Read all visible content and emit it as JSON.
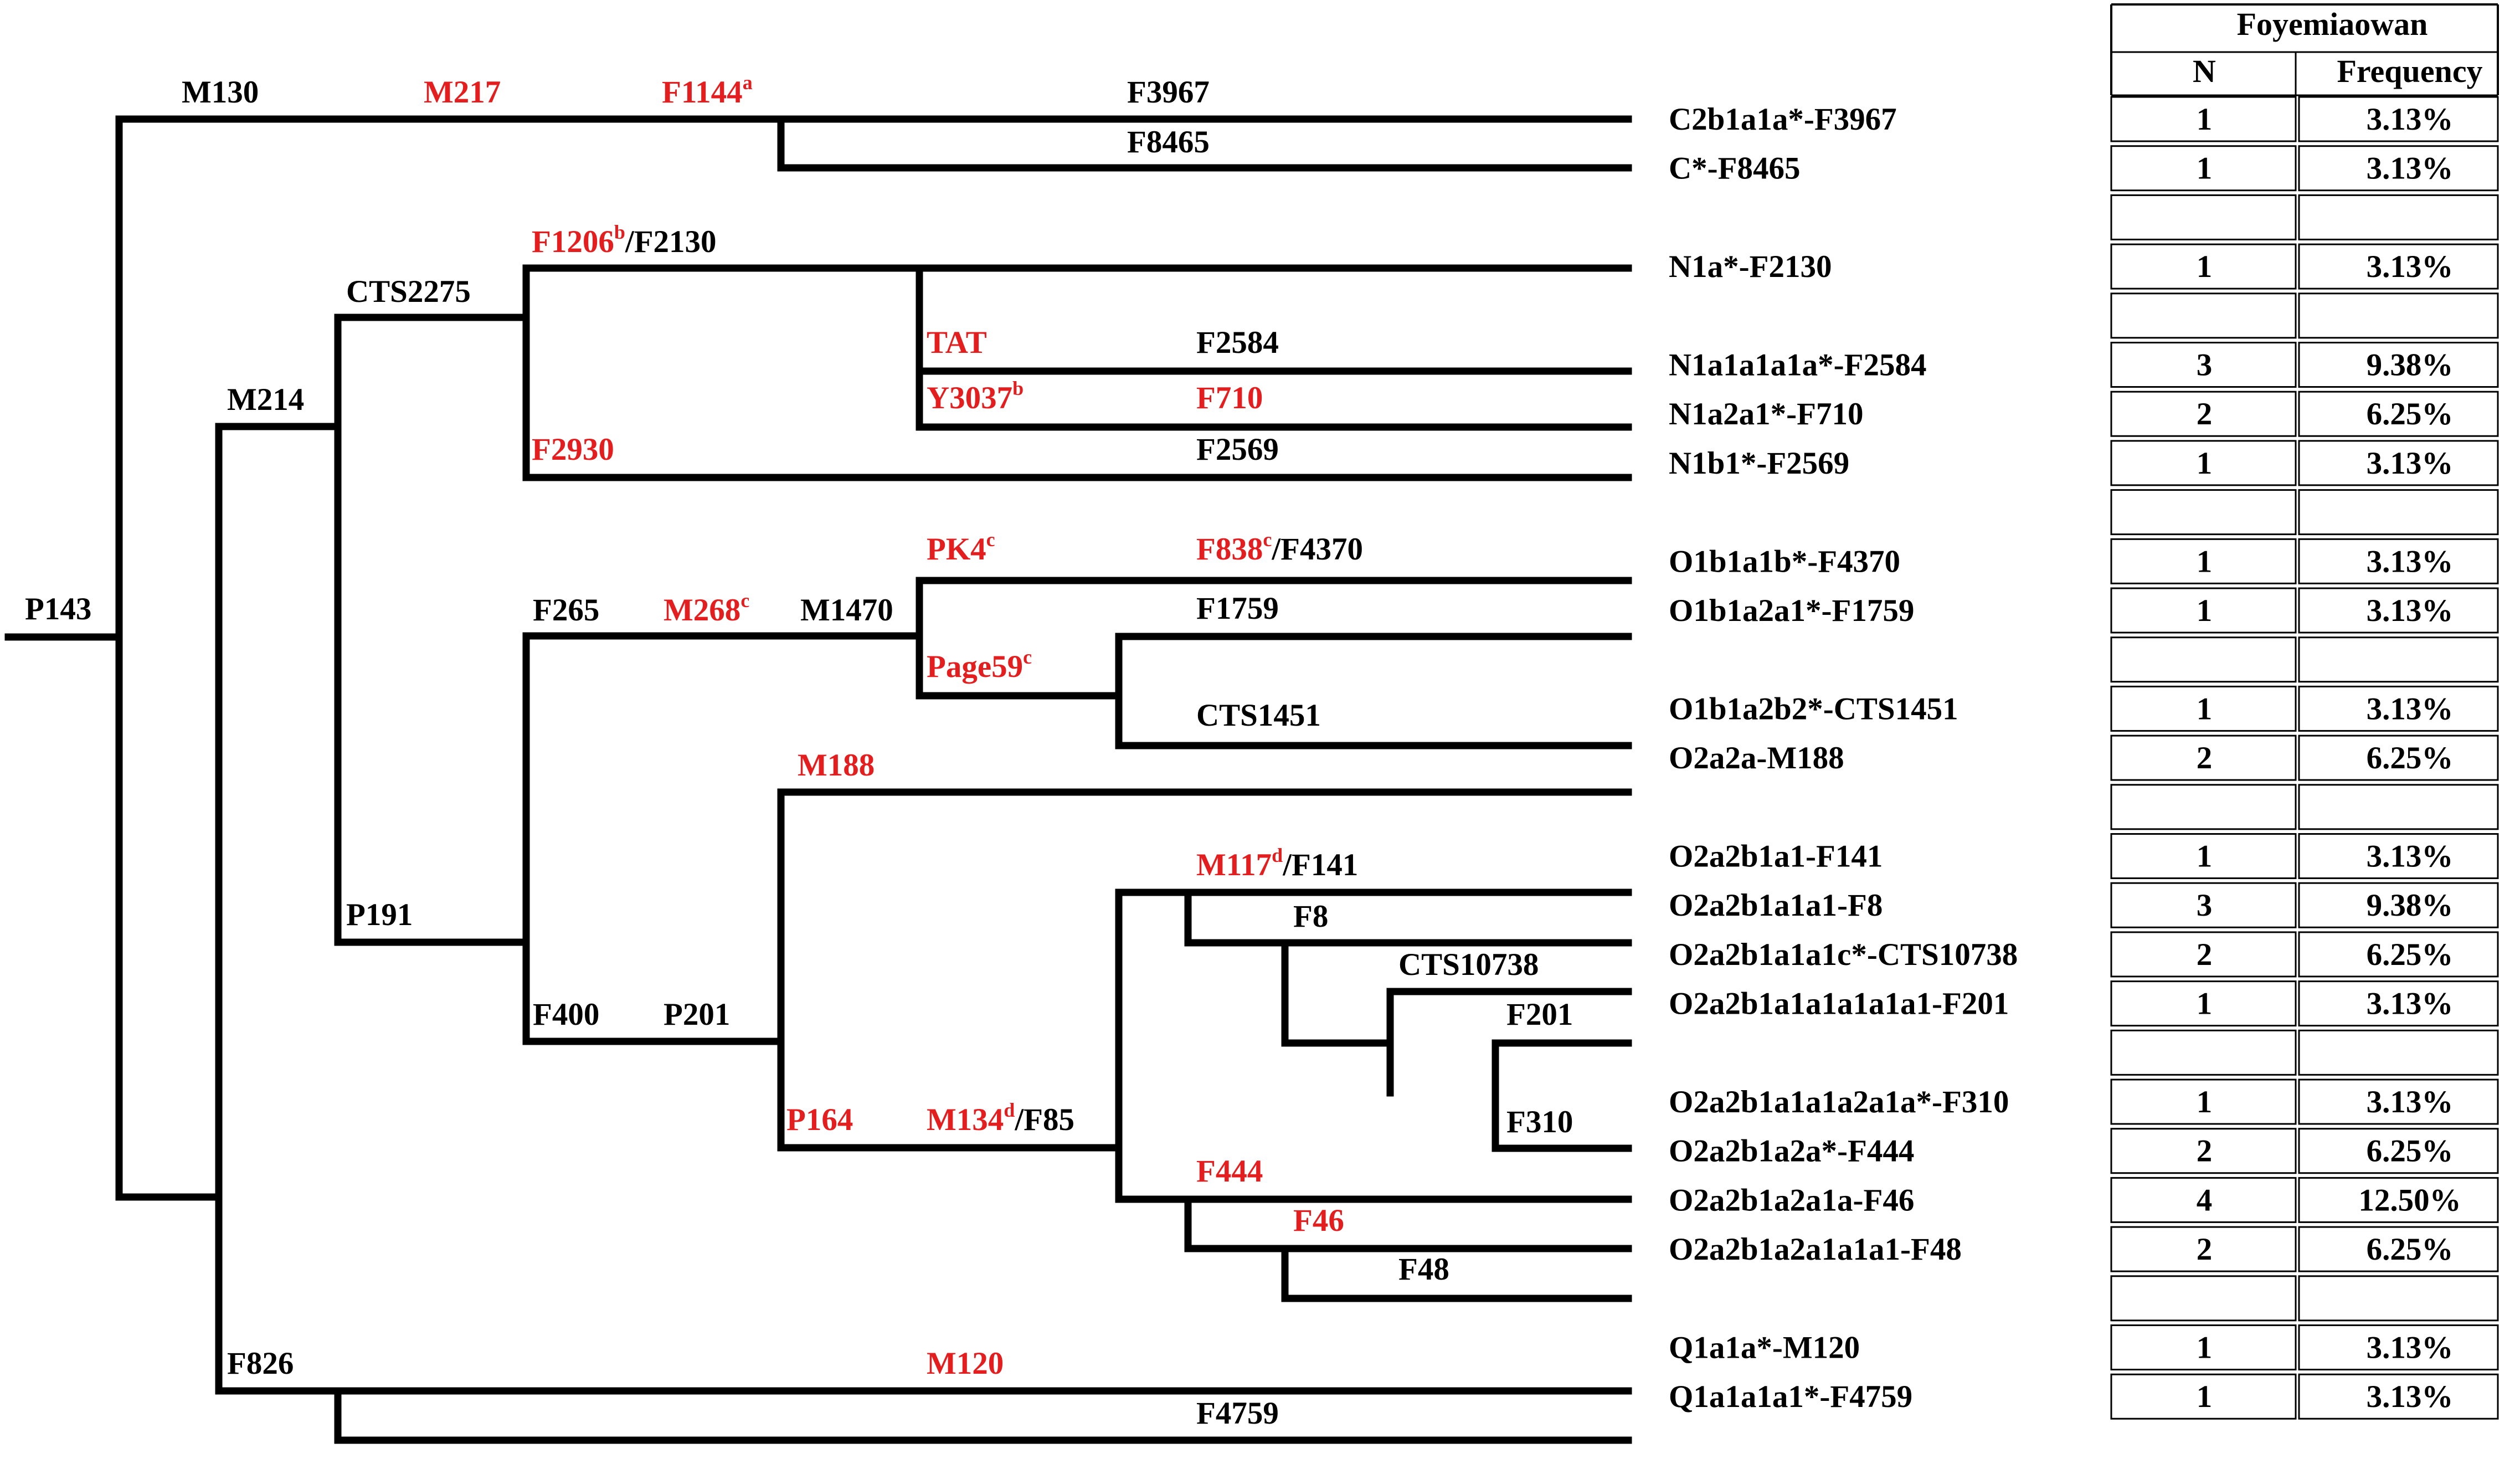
{
  "colors": {
    "line": "#000000",
    "black_marker": "#000000",
    "red_marker": "#e41e1e",
    "background": "#ffffff"
  },
  "table": {
    "group_header": "Foyemiaowan",
    "col_n": "N",
    "col_frequency": "Frequency"
  },
  "rows": [
    {
      "haplogroup": "C2b1a1a*-F3967",
      "n": "1",
      "freq": "3.13%"
    },
    {
      "haplogroup": "C*-F8465",
      "n": "1",
      "freq": "3.13%"
    },
    {
      "haplogroup": "",
      "n": "",
      "freq": ""
    },
    {
      "haplogroup": "N1a*-F2130",
      "n": "1",
      "freq": "3.13%"
    },
    {
      "haplogroup": "",
      "n": "",
      "freq": ""
    },
    {
      "haplogroup": "N1a1a1a1a*-F2584",
      "n": "3",
      "freq": "9.38%"
    },
    {
      "haplogroup": "N1a2a1*-F710",
      "n": "2",
      "freq": "6.25%"
    },
    {
      "haplogroup": "N1b1*-F2569",
      "n": "1",
      "freq": "3.13%"
    },
    {
      "haplogroup": "",
      "n": "",
      "freq": ""
    },
    {
      "haplogroup": "O1b1a1b*-F4370",
      "n": "1",
      "freq": "3.13%"
    },
    {
      "haplogroup": "O1b1a2a1*-F1759",
      "n": "1",
      "freq": "3.13%"
    },
    {
      "haplogroup": "",
      "n": "",
      "freq": ""
    },
    {
      "haplogroup": "O1b1a2b2*-CTS1451",
      "n": "1",
      "freq": "3.13%"
    },
    {
      "haplogroup": "O2a2a-M188",
      "n": "2",
      "freq": "6.25%"
    },
    {
      "haplogroup": "",
      "n": "",
      "freq": ""
    },
    {
      "haplogroup": "O2a2b1a1-F141",
      "n": "1",
      "freq": "3.13%"
    },
    {
      "haplogroup": "O2a2b1a1a1-F8",
      "n": "3",
      "freq": "9.38%"
    },
    {
      "haplogroup": "O2a2b1a1a1c*-CTS10738",
      "n": "2",
      "freq": "6.25%"
    },
    {
      "haplogroup": "O2a2b1a1a1a1a1a1-F201",
      "n": "1",
      "freq": "3.13%"
    },
    {
      "haplogroup": "",
      "n": "",
      "freq": ""
    },
    {
      "haplogroup": "O2a2b1a1a1a2a1a*-F310",
      "n": "1",
      "freq": "3.13%"
    },
    {
      "haplogroup": "O2a2b1a2a*-F444",
      "n": "2",
      "freq": "6.25%"
    },
    {
      "haplogroup": "O2a2b1a2a1a-F46",
      "n": "4",
      "freq": "12.50%"
    },
    {
      "haplogroup": "O2a2b1a2a1a1a1-F48",
      "n": "2",
      "freq": "6.25%"
    },
    {
      "haplogroup": "",
      "n": "",
      "freq": ""
    },
    {
      "haplogroup": "Q1a1a*-M120",
      "n": "1",
      "freq": "3.13%"
    },
    {
      "haplogroup": "Q1a1a1a1*-F4759",
      "n": "1",
      "freq": "3.13%"
    }
  ],
  "markers": {
    "p143": {
      "text": "P143"
    },
    "m130": {
      "text": "M130"
    },
    "m217": {
      "text": "M217"
    },
    "f1144": {
      "text": "F1144",
      "sup": "a"
    },
    "f3967": {
      "text": "F3967"
    },
    "f8465": {
      "text": "F8465"
    },
    "m214": {
      "text": "M214"
    },
    "cts2275": {
      "text": "CTS2275"
    },
    "f1206": {
      "text": "F1206",
      "sup": "b",
      "suffix": "/F2130"
    },
    "tat": {
      "text": "TAT"
    },
    "f2584": {
      "text": "F2584"
    },
    "y3037": {
      "text": "Y3037",
      "sup": "b"
    },
    "f710": {
      "text": "F710"
    },
    "f2930": {
      "text": "F2930"
    },
    "f2569": {
      "text": "F2569"
    },
    "pk4": {
      "text": "PK4",
      "sup": "c"
    },
    "f838": {
      "text": "F838",
      "sup": "c",
      "suffix": "/F4370"
    },
    "f265": {
      "text": "F265"
    },
    "m268": {
      "text": "M268",
      "sup": "c"
    },
    "m1470": {
      "text": "M1470"
    },
    "f1759": {
      "text": "F1759"
    },
    "page59": {
      "text": "Page59",
      "sup": "c"
    },
    "cts1451": {
      "text": "CTS1451"
    },
    "m188": {
      "text": "M188"
    },
    "m117": {
      "text": "M117",
      "sup": "d",
      "suffix": "/F141"
    },
    "p191": {
      "text": "P191"
    },
    "f8": {
      "text": "F8"
    },
    "cts10738": {
      "text": "CTS10738"
    },
    "f201": {
      "text": "F201"
    },
    "f400": {
      "text": "F400"
    },
    "p201": {
      "text": "P201"
    },
    "f310": {
      "text": "F310"
    },
    "p164": {
      "text": "P164"
    },
    "m134": {
      "text": "M134",
      "sup": "d",
      "suffix": "/F85"
    },
    "f444": {
      "text": "F444"
    },
    "f46": {
      "text": "F46"
    },
    "f48": {
      "text": "F48"
    },
    "f826": {
      "text": "F826"
    },
    "m120": {
      "text": "M120"
    },
    "f4759": {
      "text": "F4759"
    }
  }
}
